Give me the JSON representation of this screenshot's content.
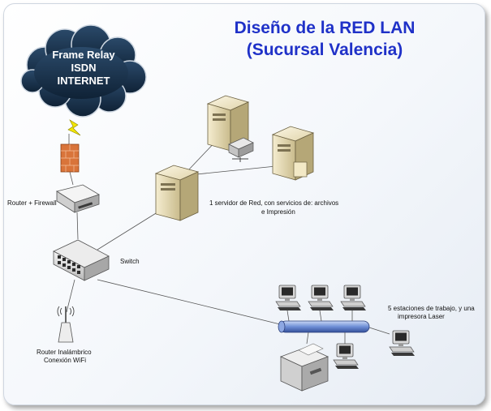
{
  "title": {
    "line1": "Diseño de la RED LAN",
    "line2": "(Sucursal Valencia)"
  },
  "cloud": {
    "line1": "Frame Relay",
    "line2": "ISDN",
    "line3": "INTERNET"
  },
  "labels": {
    "router_firewall": "Router + Firewall",
    "switch": "Switch",
    "servers_line1": "1 servidor de Red,  con servicios de: archivos",
    "servers_line2": "e Impresión",
    "wifi_line1": "Router Inalámbrico",
    "wifi_line2": "Conexión WiFi",
    "workstations_line1": "5  estaciones de trabajo, y una",
    "workstations_line2": "impresora Laser"
  },
  "colors": {
    "title": "#1f31c8",
    "cloud": "#1b3550",
    "firewall": "#d9743a",
    "lightning": "#f2e600",
    "bus": "#6f8fd6"
  }
}
